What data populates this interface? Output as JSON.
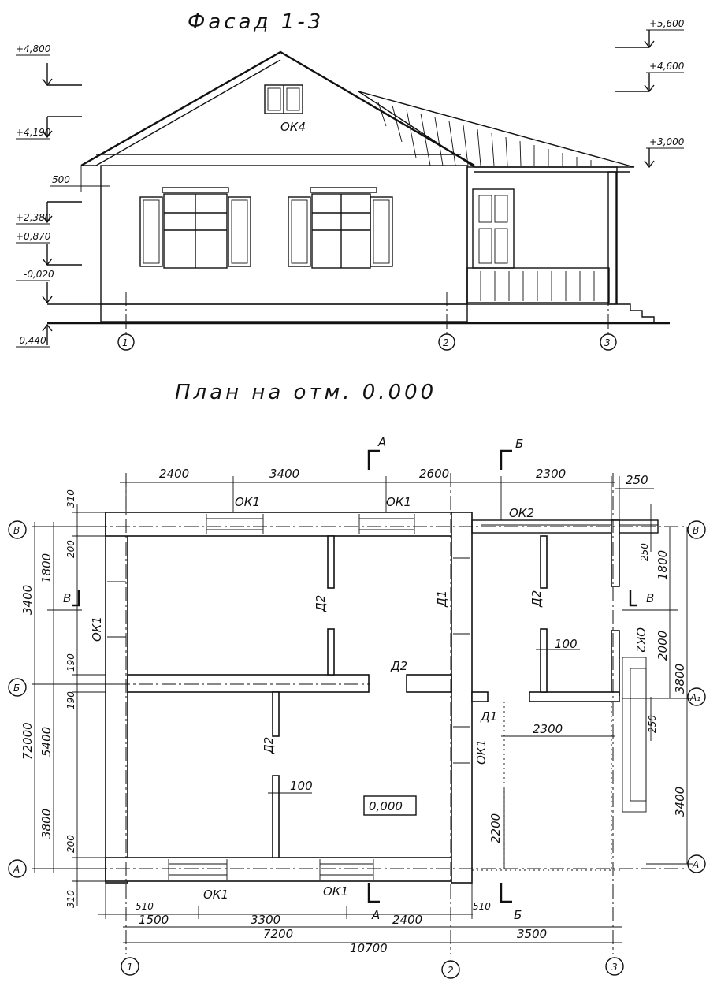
{
  "elevation": {
    "title": "Фасад 1-3",
    "window_label": "ОК4",
    "marks_left": [
      "+4,800",
      "+4,190",
      "+2,380",
      "+0,870",
      "-0,020",
      "-0,440"
    ],
    "marks_right": [
      "+5,600",
      "+4,600",
      "+3,000"
    ],
    "dim_500": "500",
    "axes": [
      "1",
      "2",
      "3"
    ]
  },
  "plan": {
    "title": "План на отм. 0.000",
    "top_dims": [
      "2400",
      "3400",
      "2600",
      "2300",
      "250"
    ],
    "bottom_dims": [
      "510",
      "1500",
      "3300",
      "2400",
      "510",
      "7200",
      "3500",
      "10700"
    ],
    "left_dims": [
      "310",
      "200",
      "1800",
      "3400",
      "190",
      "190",
      "5400",
      "72000",
      "3800",
      "200",
      "310"
    ],
    "right_dims": [
      "250",
      "1800",
      "2000",
      "3800",
      "250",
      "3400"
    ],
    "inner_dims": [
      "100",
      "100",
      "2300",
      "2200"
    ],
    "openings": [
      "ОК1",
      "ОК1",
      "ОК1",
      "ОК1",
      "ОК1",
      "ОК2",
      "ОК2",
      "ОК1"
    ],
    "doors": [
      "Д2",
      "Д2",
      "Д2",
      "Д2",
      "Д1",
      "Д1"
    ],
    "sections": [
      "А",
      "А",
      "Б",
      "Б",
      "В",
      "В"
    ],
    "level": "0,000",
    "row_axes": [
      "В",
      "Б",
      "А",
      "В",
      "А₁",
      "А"
    ],
    "col_axes": [
      "1",
      "2",
      "3"
    ]
  }
}
